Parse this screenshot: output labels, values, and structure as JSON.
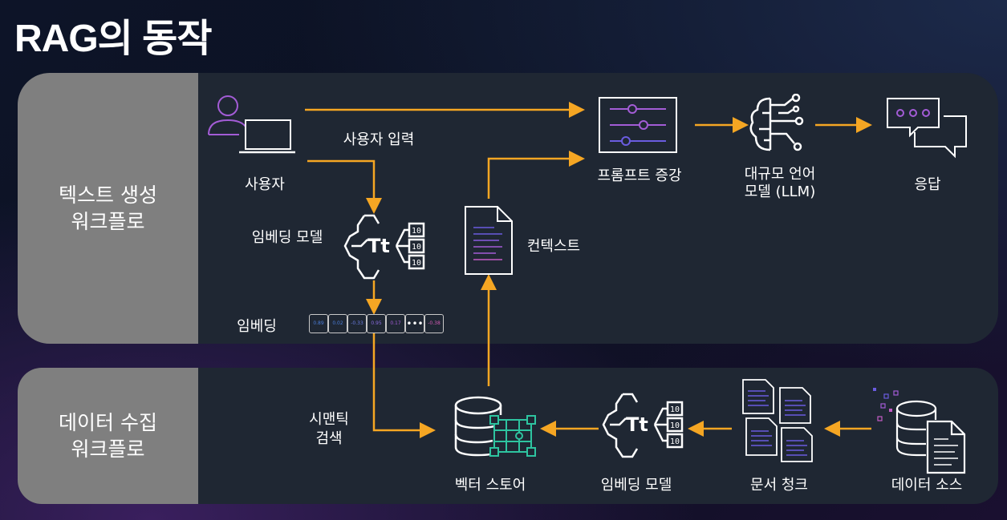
{
  "title": "RAG의 동작",
  "panels": {
    "text_workflow": "텍스트 생성\n워크플로",
    "data_workflow": "데이터 수집\n워크플로"
  },
  "labels": {
    "user": "사용자",
    "user_input": "사용자 입력",
    "prompt_aug": "프롬프트 증강",
    "llm": "대규모 언어\n모델 (LLM)",
    "response": "응답",
    "embed_model_top": "임베딩 모델",
    "context": "컨텍스트",
    "embedding": "임베딩",
    "semantic_search": "시맨틱\n검색",
    "vector_store": "벡터 스토어",
    "embed_model_bottom": "임베딩 모델",
    "doc_chunk": "문서 청크",
    "data_source": "데이터 소스"
  },
  "embedding_values": [
    "0.89",
    "0.02",
    "-0.33",
    "0.95",
    "0.17",
    "•••",
    "-0.38"
  ],
  "colors": {
    "arrow": "#f5a623",
    "panel": "#1f2733",
    "side": "#7f7f7f",
    "accent_purple": "#a35cd6",
    "accent_blue": "#4a7cd8",
    "accent_teal": "#2ec4a0"
  }
}
